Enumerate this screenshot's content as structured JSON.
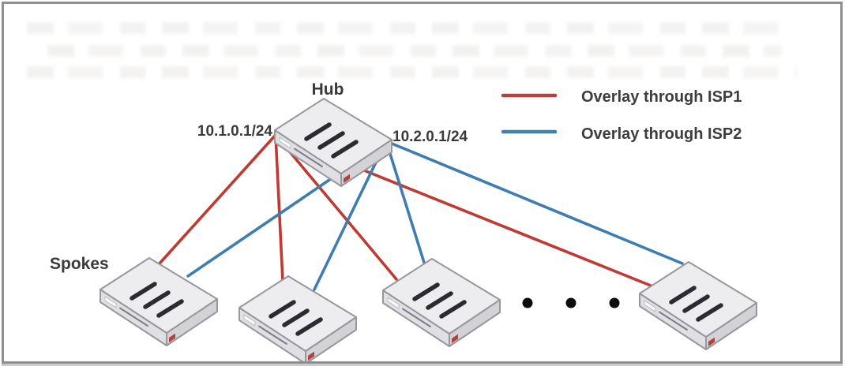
{
  "diagram": {
    "labels": {
      "hub": "Hub",
      "spokes": "Spokes",
      "hub_ip_left": "10.1.0.1/24",
      "hub_ip_right": "10.2.0.1/24"
    },
    "legend": {
      "items": [
        {
          "label": "Overlay through ISP1",
          "color": "#b8403a"
        },
        {
          "label": "Overlay through ISP2",
          "color": "#4381ad"
        }
      ]
    },
    "colors": {
      "isp1": "#bf3a32",
      "isp2": "#3f7db0",
      "device_logo": "#b4423c",
      "ellipsis_dot": "#0d0d0d"
    },
    "topology": {
      "hub_count": 1,
      "spokes_shown": 4,
      "more_spokes_indicator": "ellipsis-dots"
    }
  }
}
